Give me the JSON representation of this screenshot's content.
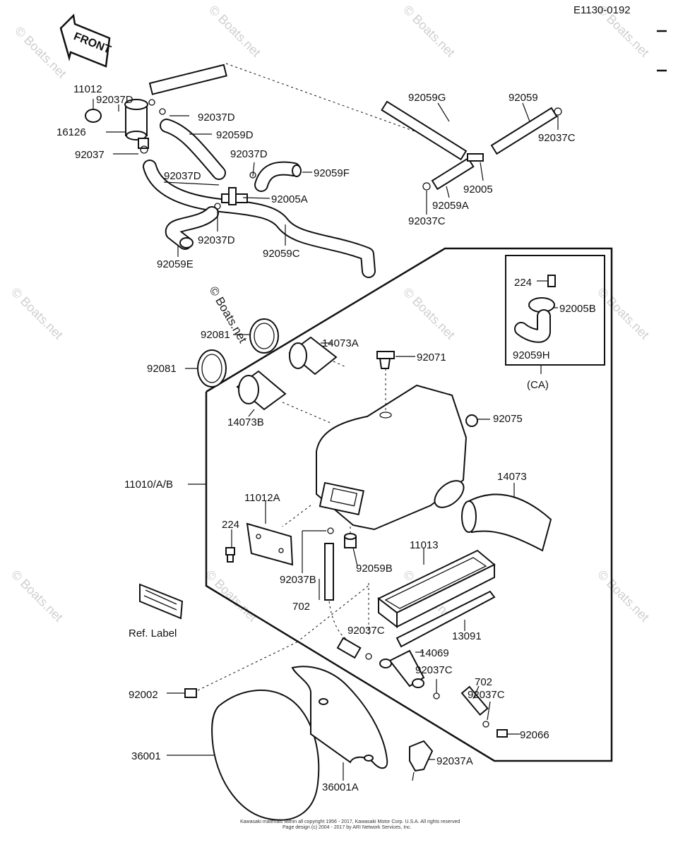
{
  "drawing_code": "E1130-0192",
  "front_arrow": "FRONT",
  "labels": {
    "l_11012": "11012",
    "l_92037D_a": "92037D",
    "l_92037D_b": "92037D",
    "l_16126": "16126",
    "l_92059D": "92059D",
    "l_92037": "92037",
    "l_92037D_c": "92037D",
    "l_92037D_d": "92037D",
    "l_92059F": "92059F",
    "l_92005A": "92005A",
    "l_92037D_e": "92037D",
    "l_92059E": "92059E",
    "l_92059C": "92059C",
    "l_92059G": "92059G",
    "l_92059": "92059",
    "l_92037C_a": "92037C",
    "l_92005": "92005",
    "l_92059A": "92059A",
    "l_92037C_b": "92037C",
    "l_224_ca": "224",
    "l_92005B": "92005B",
    "l_92059H": "92059H",
    "l_ca": "(CA)",
    "l_92081_a": "92081",
    "l_14073A": "14073A",
    "l_92071": "92071",
    "l_92081_b": "92081",
    "l_14073B": "14073B",
    "l_92075": "92075",
    "l_11010": "11010/A/B",
    "l_14073": "14073",
    "l_11012A": "11012A",
    "l_224": "224",
    "l_11013": "11013",
    "l_92059B": "92059B",
    "l_92037B": "92037B",
    "l_702_a": "702",
    "l_ref": "Ref. Label",
    "l_92037C_c": "92037C",
    "l_13091": "13091",
    "l_14069": "14069",
    "l_92037C_d": "92037C",
    "l_702_b": "702",
    "l_92037C_e": "92037C",
    "l_92002": "92002",
    "l_92066": "92066",
    "l_36001": "36001",
    "l_92037A": "92037A",
    "l_36001A": "36001A"
  },
  "watermark": "© Boats.net",
  "footer": {
    "line1": "Kawasaki materials within all copyright 1956 - 2017, Kawasaki Motor Corp. U.S.A. All rights reserved",
    "line2": "Page design (c) 2004 - 2017 by ARI Network Services, Inc."
  }
}
